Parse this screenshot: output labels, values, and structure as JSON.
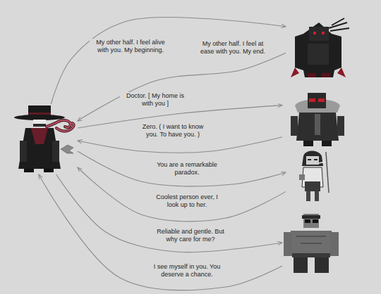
{
  "diagram": {
    "nodes": [
      {
        "text": []
      },
      {
        "text": []
      },
      {
        "text": []
      },
      {
        "text": []
      },
      {
        "text": []
      }
    ],
    "edges": [
      {
        "from": 0,
        "to": 1,
        "arrow": "to",
        "label": "My other half. I feel alive with you. My beginning."
      },
      {
        "from": 1,
        "to": 0,
        "arrow": "to",
        "label": "My other half. I feel at ease with you. My end."
      },
      {
        "from": 0,
        "to": 2,
        "arrow": "to",
        "label": "Doctor. [ My home is with you ]"
      },
      {
        "from": 2,
        "to": 0,
        "arrow": "to",
        "label": "Zero. ( I want to know you. To have you. )"
      },
      {
        "from": 0,
        "to": 3,
        "arrow": "to",
        "label": "You are a remarkable paradox."
      },
      {
        "from": 3,
        "to": 0,
        "arrow": "to",
        "label": "Coolest person ever, I look up to her."
      },
      {
        "from": 0,
        "to": 4,
        "arrow": "to",
        "label": "Reliable and gentle. But why care for me?"
      },
      {
        "from": 4,
        "to": 0,
        "arrow": "to",
        "label": "I see myself in you. You deserve a chance."
      }
    ]
  }
}
